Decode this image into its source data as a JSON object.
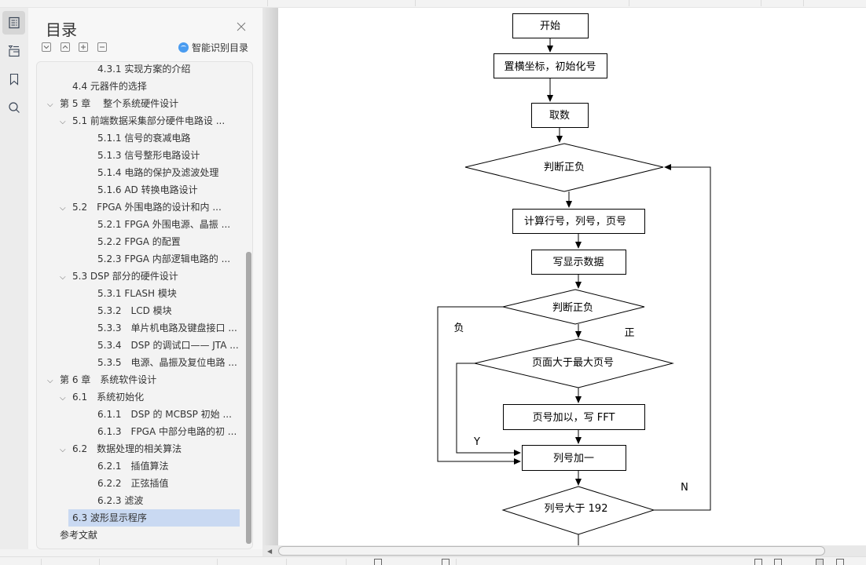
{
  "sidebar_rail": {
    "items": [
      {
        "name": "toc",
        "icon": "toc-list-icon",
        "active": true
      },
      {
        "name": "thumbnails",
        "icon": "thumbnails-icon",
        "active": false
      },
      {
        "name": "bookmarks",
        "icon": "bookmark-icon",
        "active": false
      },
      {
        "name": "search",
        "icon": "search-icon",
        "active": false
      }
    ]
  },
  "toc_panel": {
    "title": "目录",
    "close_icon": "close-icon",
    "tools": [
      {
        "name": "expand-all",
        "glyph": "⌄"
      },
      {
        "name": "collapse-all",
        "glyph": "⌃"
      },
      {
        "name": "expand-level",
        "glyph": "+"
      },
      {
        "name": "collapse-level",
        "glyph": "−"
      }
    ],
    "smart_label": "智能识别目录",
    "items": [
      {
        "label": "4.3.1 实现方案的介绍",
        "level": 3,
        "chevron": false
      },
      {
        "label": "4.4 元器件的选择",
        "level": 2,
        "chevron": false
      },
      {
        "label": "第 5 章　 整个系统硬件设计",
        "level": 1,
        "chevron": true
      },
      {
        "label": "5.1 前端数据采集部分硬件电路设 ...",
        "level": 2,
        "chevron": true
      },
      {
        "label": "5.1.1 信号的衰减电路",
        "level": 3,
        "chevron": false
      },
      {
        "label": "5.1.3  信号整形电路设计",
        "level": 3,
        "chevron": false
      },
      {
        "label": "5.1.4  电路的保护及滤波处理",
        "level": 3,
        "chevron": false
      },
      {
        "label": "5.1.6 AD 转换电路设计",
        "level": 3,
        "chevron": false
      },
      {
        "label": "5.2　FPGA 外围电路的设计和内 ...",
        "level": 2,
        "chevron": true
      },
      {
        "label": "5.2.1 FPGA 外围电源、晶振 ...",
        "level": 3,
        "chevron": false
      },
      {
        "label": "5.2.2 FPGA 的配置",
        "level": 3,
        "chevron": false
      },
      {
        "label": "5.2.3 FPGA 内部逻辑电路的 ...",
        "level": 3,
        "chevron": false
      },
      {
        "label": "5.3 DSP 部分的硬件设计",
        "level": 2,
        "chevron": true
      },
      {
        "label": "5.3.1 FLASH 模块",
        "level": 3,
        "chevron": false
      },
      {
        "label": "5.3.2　LCD 模块",
        "level": 3,
        "chevron": false
      },
      {
        "label": "5.3.3　单片机电路及键盘接口 ...",
        "level": 3,
        "chevron": false
      },
      {
        "label": "5.3.4　DSP 的调试口—— JTA ...",
        "level": 3,
        "chevron": false
      },
      {
        "label": "5.3.5　电源、晶振及复位电路 ...",
        "level": 3,
        "chevron": false
      },
      {
        "label": "第 6 章　系统软件设计",
        "level": 1,
        "chevron": true
      },
      {
        "label": "6.1　系统初始化",
        "level": 2,
        "chevron": true
      },
      {
        "label": "6.1.1　DSP 的 MCBSP 初始 ...",
        "level": 3,
        "chevron": false
      },
      {
        "label": "6.1.3　FPGA 中部分电路的初 ...",
        "level": 3,
        "chevron": false
      },
      {
        "label": "6.2　数据处理的相关算法",
        "level": 2,
        "chevron": true
      },
      {
        "label": "6.2.1　插值算法",
        "level": 3,
        "chevron": false
      },
      {
        "label": "6.2.2　正弦插值",
        "level": 3,
        "chevron": false
      },
      {
        "label": "6.2.3  滤波",
        "level": 3,
        "chevron": false
      },
      {
        "label": "6.3 波形显示程序",
        "level": 2,
        "chevron": false,
        "selected": true
      },
      {
        "label": "参考文献",
        "level": 0,
        "chevron": false
      }
    ]
  },
  "flowchart": {
    "nodes": {
      "start": "开始",
      "init": "置横坐标，初始化号",
      "fetch": "取数",
      "judge1": "判断正负",
      "calc": "计算行号，列号，页号",
      "write": "写显示数据",
      "judge2": "判断正负",
      "page_cmp": "页面大于最大页号",
      "page_inc": "页号加以，写 FFT",
      "col_inc": "列号加一",
      "col_cmp": "列号大于 192"
    },
    "labels": {
      "neg": "负",
      "pos": "正",
      "yes": "Y",
      "no": "N"
    }
  }
}
